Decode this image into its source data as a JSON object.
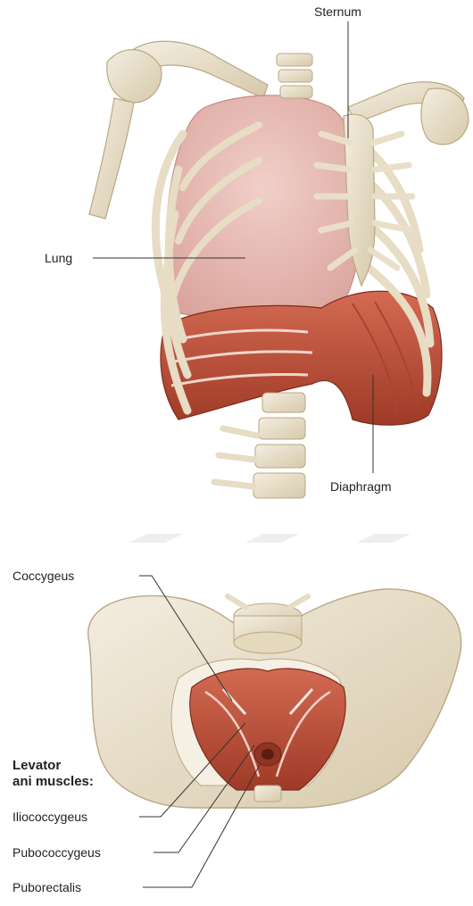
{
  "thorax": {
    "labels": {
      "sternum": "Sternum",
      "lung": "Lung",
      "diaphragm": "Diaphragm"
    }
  },
  "pelvis": {
    "labels": {
      "coccygeus": "Coccygeus",
      "levator_line1": "Levator",
      "levator_line2": "ani muscles:",
      "iliococcygeus": "Iliococcygeus",
      "pubococcygeus": "Pubococcygeus",
      "puborectalis": "Puborectalis"
    }
  },
  "colors": {
    "bone": "#ede4cf",
    "bone_shadow": "#cdbf9f",
    "lung": "#e7bcb6",
    "muscle": "#c2553f",
    "muscle_dark": "#8e3424",
    "leader": "#333333"
  }
}
